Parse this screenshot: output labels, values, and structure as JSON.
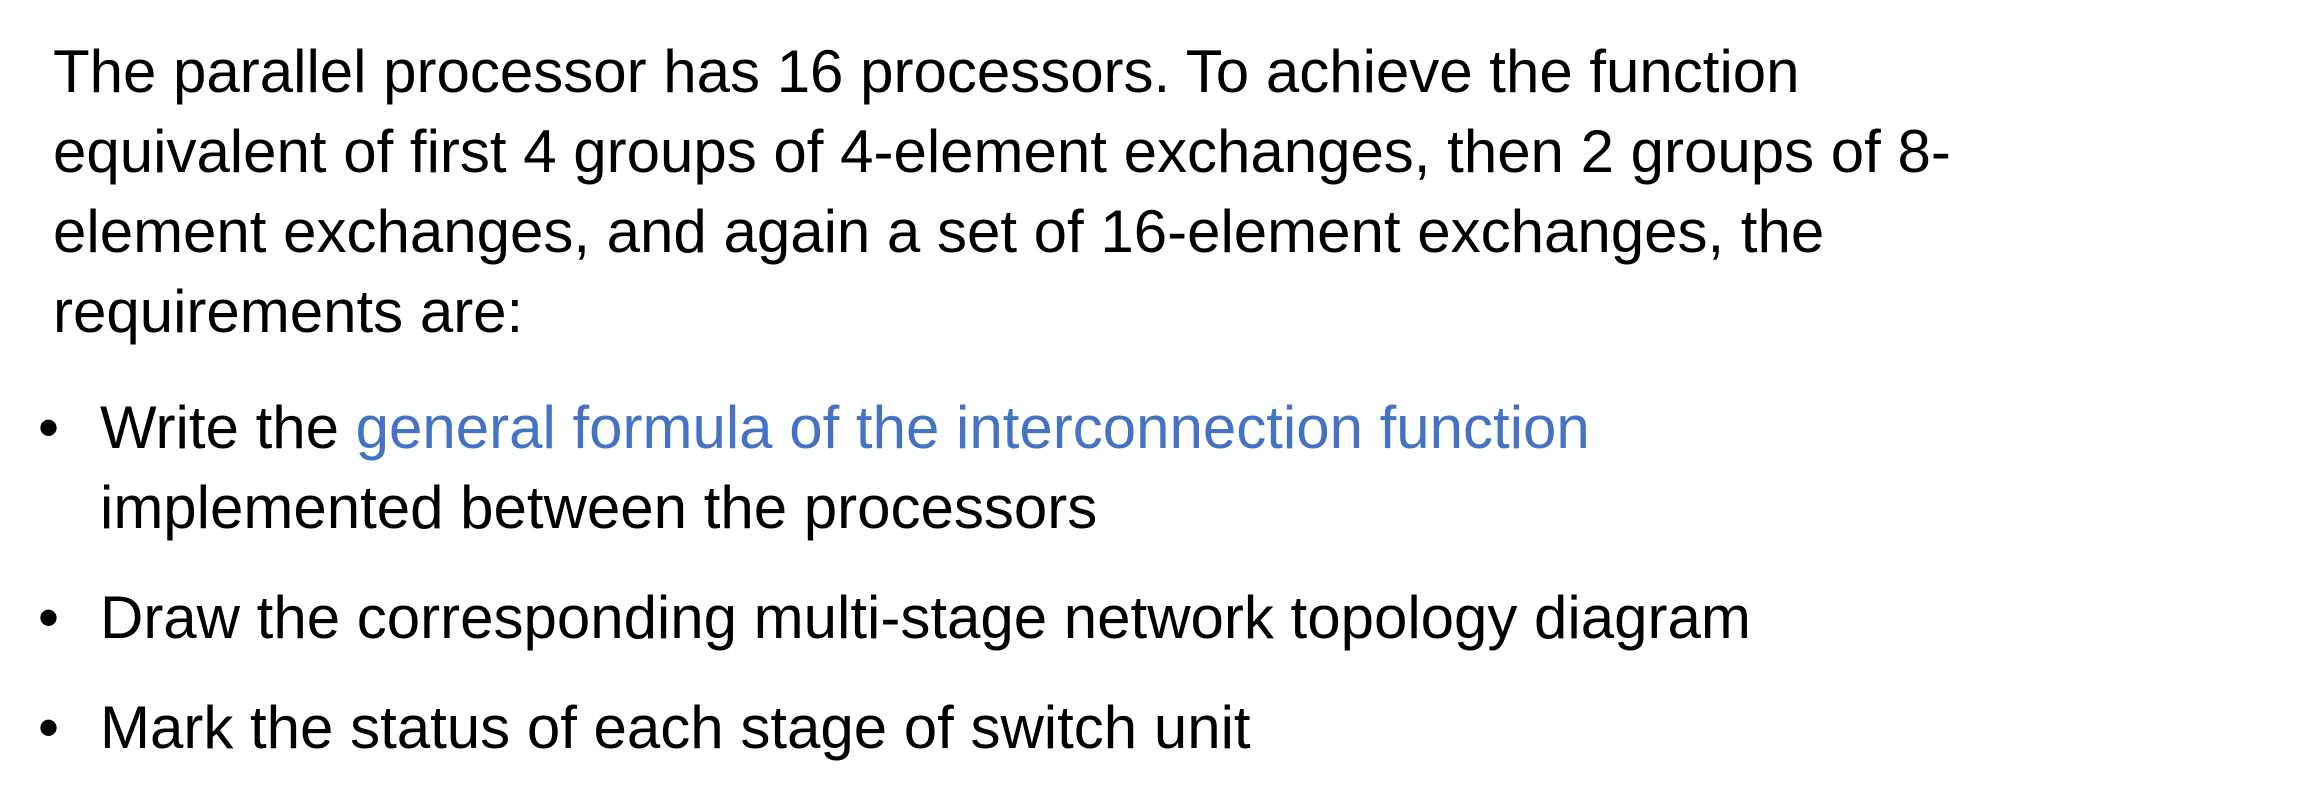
{
  "intro_lines": [
    "The parallel processor has 16 processors. To achieve the function",
    "equivalent of first 4 groups of 4-element exchanges, then 2 groups of 8-",
    "element exchanges, and again a set of 16-element exchanges, the",
    "requirements are:"
  ],
  "bullets": [
    {
      "prefix": "Write the ",
      "highlight": "general formula of the interconnection function",
      "line2": "implemented between the processors"
    },
    {
      "text": "Draw the corresponding multi-stage network topology diagram"
    },
    {
      "text": "Mark the status of each stage of switch unit"
    }
  ],
  "bullet_symbol": "•",
  "colors": {
    "highlight": "#4472C4",
    "text": "#000000"
  }
}
